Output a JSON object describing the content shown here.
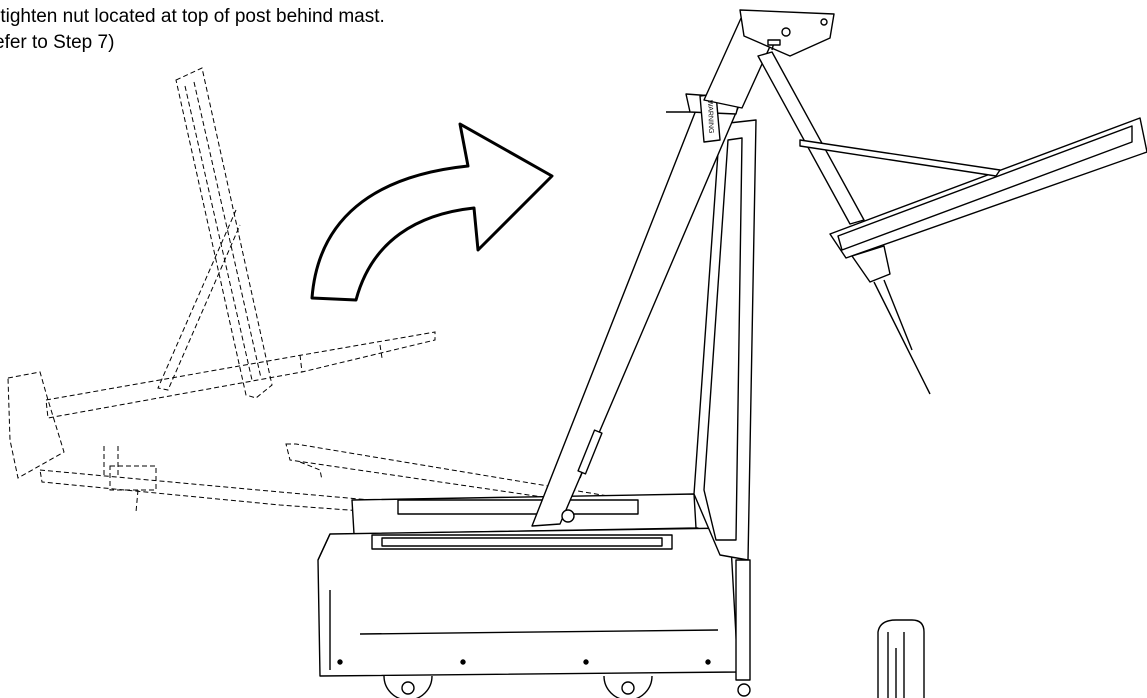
{
  "caption": {
    "line1": "-tighten nut located at top of post behind mast.",
    "line2": "efer to Step 7)"
  },
  "labels": {
    "warning_tag": "WARNING"
  }
}
